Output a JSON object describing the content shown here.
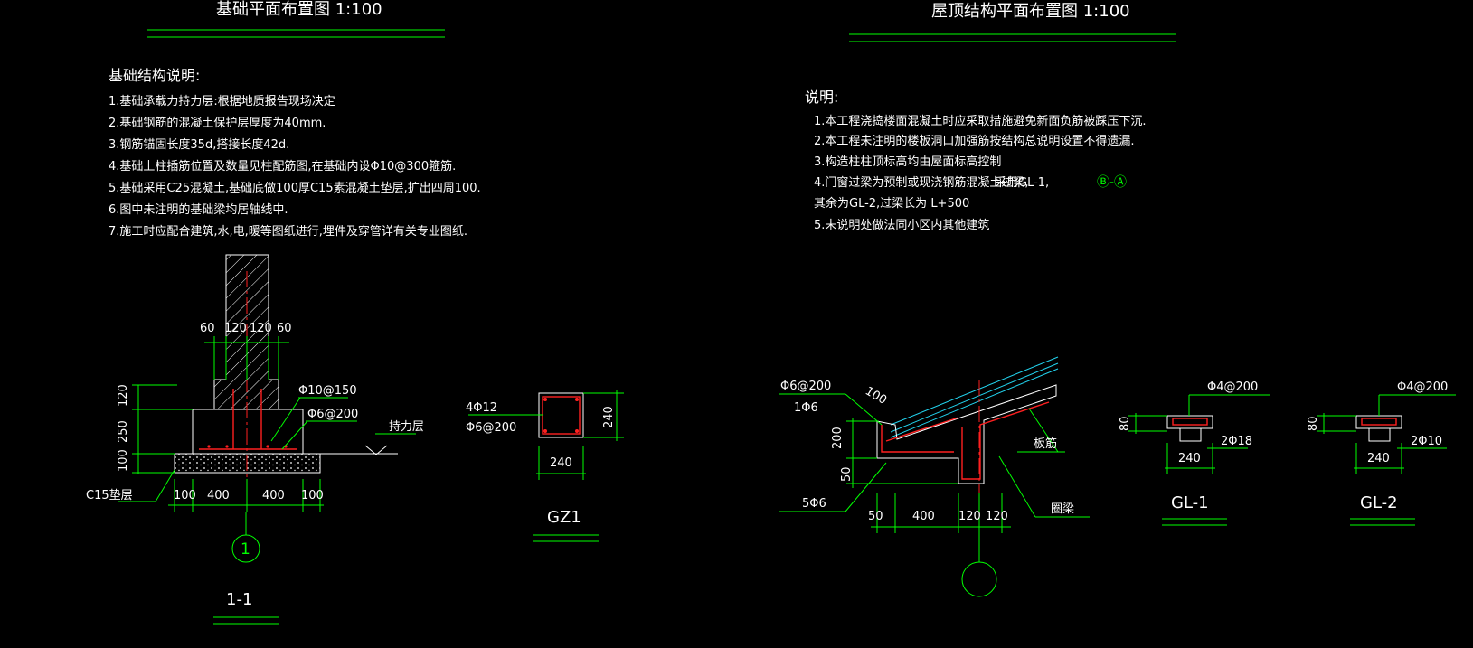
{
  "titles": {
    "left": "基础平面布置图 1:100",
    "right": "屋顶结构平面布置图 1:100"
  },
  "notes_left": {
    "heading": "基础结构说明:",
    "items": [
      "1.基础承载力持力层:根据地质报告现场决定",
      "2.基础钢筋的混凝土保护层厚度为40mm.",
      "3.钢筋锚固长度35d,搭接长度42d.",
      "4.基础上柱插筋位置及数量见柱配筋图,在基础内设Φ10@300箍筋.",
      "5.基础采用C25混凝土,基础底做100厚C15素混凝土垫层,扩出四周100.",
      "6.图中未注明的基础梁均居轴线中.",
      "7.施工时应配合建筑,水,电,暖等图纸进行,埋件及穿管详有关专业图纸."
    ]
  },
  "notes_right": {
    "heading": "说明:",
    "items": [
      "1.本工程浇捣楼面混凝土时应采取措施避免新面负筋被踩压下沉.",
      "2.本工程未注明的楼板洞口加强筋按结构总说明设置不得遗漏.",
      "3.构造柱柱顶标高均由屋面标高控制",
      "4.门窗过梁为预制或现浇钢筋混凝土过梁,",
      "其余为GL-2,过梁长为 L+500",
      "5.未说明处做法同小区内其他建筑"
    ],
    "item4_extra": "采用GL-1,",
    "axis_ref": "Ⓑ-Ⓐ"
  },
  "section_1_1": {
    "label": "1-1",
    "axis": "1",
    "dims_top": [
      "60",
      "120",
      "120",
      "60"
    ],
    "dims_left": [
      "120",
      "250",
      "100"
    ],
    "dims_bottom": [
      "100",
      "400",
      "400",
      "100"
    ],
    "rebar_top": "Φ10@150",
    "rebar_bottom": "Φ6@200",
    "bearing_layer": "持力层",
    "cushion": "C15垫层"
  },
  "gz1": {
    "label": "GZ1",
    "bars": "4Φ12",
    "stirrup": "Φ6@200",
    "width": "240",
    "height": "240"
  },
  "eave": {
    "axis": "",
    "labels_left": [
      "Φ6@200",
      "1Φ6",
      "5Φ6"
    ],
    "dim_100": "100",
    "dims_left": [
      "200",
      "50"
    ],
    "dims_bottom": [
      "50",
      "400",
      "120",
      "120"
    ],
    "slab_bar": "板筋",
    "ring_beam": "圈梁"
  },
  "gl1": {
    "label": "GL-1",
    "stirrup": "Φ4@200",
    "bars": "2Φ18",
    "height": "80",
    "width": "240"
  },
  "gl2": {
    "label": "GL-2",
    "stirrup": "Φ4@200",
    "bars": "2Φ10",
    "height": "80",
    "width": "240"
  }
}
